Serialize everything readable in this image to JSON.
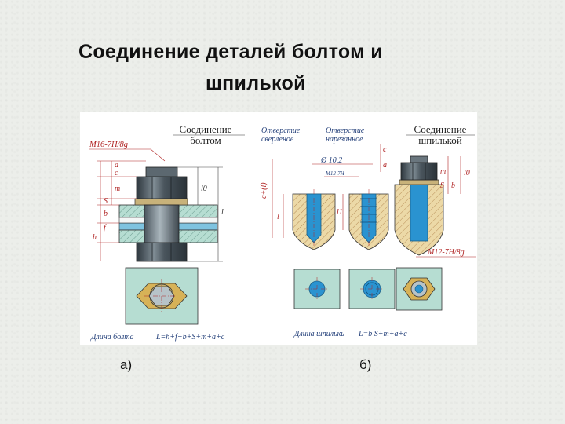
{
  "slide": {
    "title_line1": "Соединение деталей болтом и",
    "title_line2": "шпилькой",
    "caption_a": "а)",
    "caption_b": "б)"
  },
  "panel_a": {
    "heading_line1": "Соединение",
    "heading_line2": "болтом",
    "thread_label": "M16-7H/8g",
    "dims": [
      "a",
      "c",
      "m",
      "S",
      "b",
      "f",
      "h",
      "l0",
      "l"
    ],
    "formula_prefix": "Длина болта",
    "formula": "L=h+f+b+S+m+a+c"
  },
  "panel_b": {
    "heading_line1": "Соединение",
    "heading_line2": "шпилькой",
    "label_drilled_1": "Отверстие",
    "label_drilled_2": "сверленое",
    "label_threaded_1": "Отверстие",
    "label_threaded_2": "нарезанное",
    "hole_dim": "Ø 10,2",
    "m_label_small": "M12-7H",
    "thread_label": "M12-7H/8g",
    "dims": [
      "c+(l)",
      "l",
      "l1",
      "a",
      "c",
      "S",
      "m",
      "b",
      "l0"
    ],
    "formula_prefix": "Длина шпильки",
    "formula": "L=b  S+m+a+c"
  },
  "colors": {
    "nut": "#3f4a52",
    "metal_light": "#9aa8b0",
    "plate_green": "#b6ddd2",
    "plate_sand": "#ecd9a7",
    "hatch_red": "#c02a2a",
    "washer_gold": "#c9a64c",
    "hole_blue": "#1f88c9",
    "dim_red": "#b02424"
  }
}
